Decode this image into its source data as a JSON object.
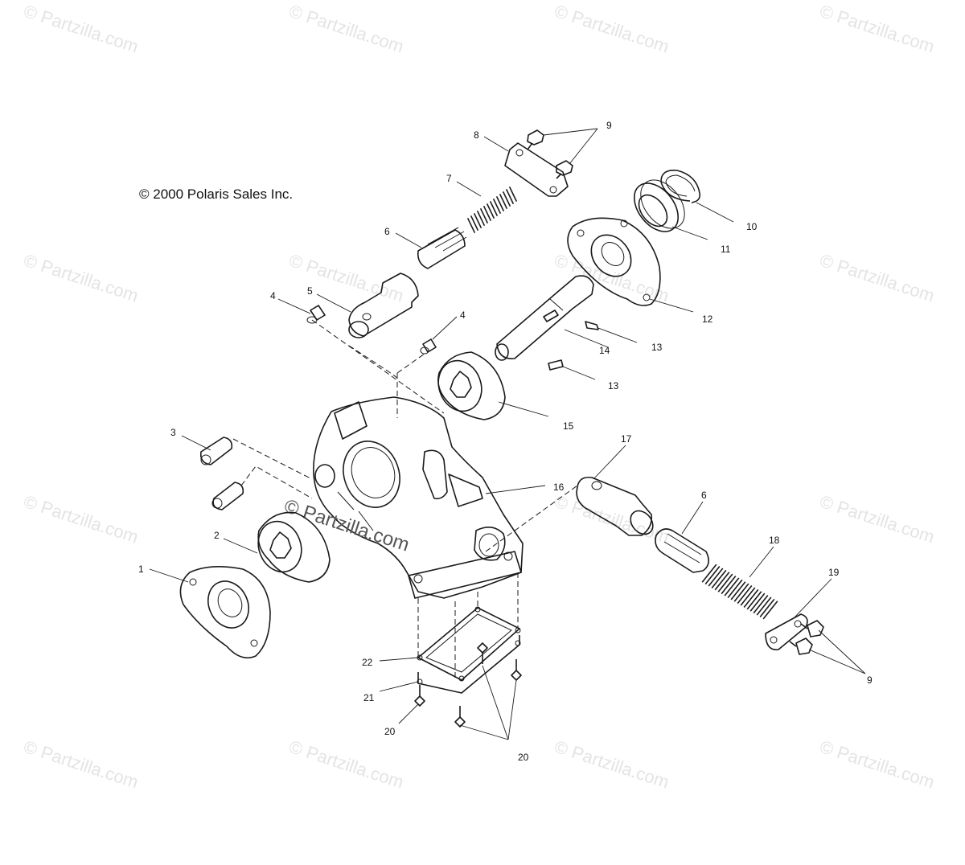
{
  "copyright": "© 2000 Polaris Sales Inc.",
  "center_watermark": "© Partzilla.com",
  "watermark": "© Partzilla.com",
  "callouts": {
    "c1": "1",
    "c2": "2",
    "c3": "3",
    "c4a": "4",
    "c4b": "4",
    "c5": "5",
    "c6a": "6",
    "c6b": "6",
    "c7": "7",
    "c8": "8",
    "c9a": "9",
    "c9b": "9",
    "c10": "10",
    "c11": "11",
    "c12": "12",
    "c13a": "13",
    "c13b": "13",
    "c14": "14",
    "c15": "15",
    "c16": "16",
    "c17": "17",
    "c18": "18",
    "c19": "19",
    "c20a": "20",
    "c20b": "20",
    "c21": "21",
    "c22": "22"
  }
}
